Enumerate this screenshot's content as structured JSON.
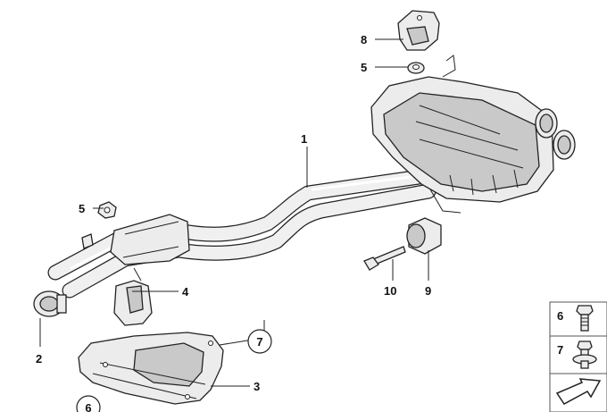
{
  "callouts": {
    "c1": "1",
    "c2": "2",
    "c3": "3",
    "c4": "4",
    "c5a": "5",
    "c5b": "5",
    "c6": "6",
    "c7": "7",
    "c8": "8",
    "c9": "9",
    "c10": "10"
  },
  "circled": {
    "c6": "6",
    "c7": "7"
  },
  "legend": {
    "l6": "6",
    "l7": "7"
  },
  "icons": {
    "bracket": "mounting-bracket-icon",
    "nut": "nut-icon",
    "bolt": "bolt-icon",
    "arrow": "arrow-icon"
  }
}
